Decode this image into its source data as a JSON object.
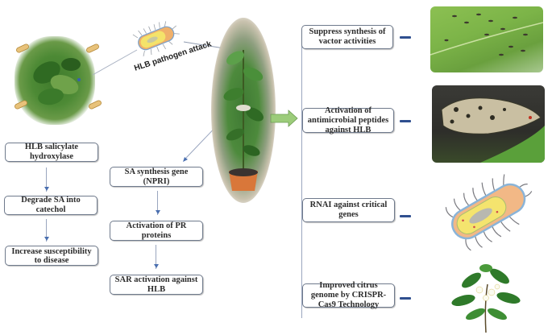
{
  "pathogen_label": "HLB pathogen attack",
  "left_chain": [
    {
      "text": "HLB salicylate hydroxylase"
    },
    {
      "text": "Degrade SA into catechol"
    },
    {
      "text": "Increase susceptibility to disease"
    }
  ],
  "middle_chain": [
    {
      "text": "SA synthesis gene (NPRI)"
    },
    {
      "text": "Activation of PR proteins"
    },
    {
      "text": "SAR activation against HLB"
    }
  ],
  "right_chain": [
    {
      "text": "Suppress synthesis of vactor activities",
      "image": "leaf-with-psyllids"
    },
    {
      "text": "Activation of antimicrobial peptides against HLB",
      "image": "asian-citrus-psyllid"
    },
    {
      "text": "RNAI against critical genes",
      "image": "bacterium-illustration"
    },
    {
      "text": "Improved citrus genome by CRISPR-Cas9 Technology",
      "image": "citrus-branch-with-flowers"
    }
  ],
  "colors": {
    "box_border": "#6f7a8c",
    "connector": "#9aa6bf",
    "arrow_blue": "#2f4f8f",
    "green_arrow": "#9ccc7a"
  }
}
